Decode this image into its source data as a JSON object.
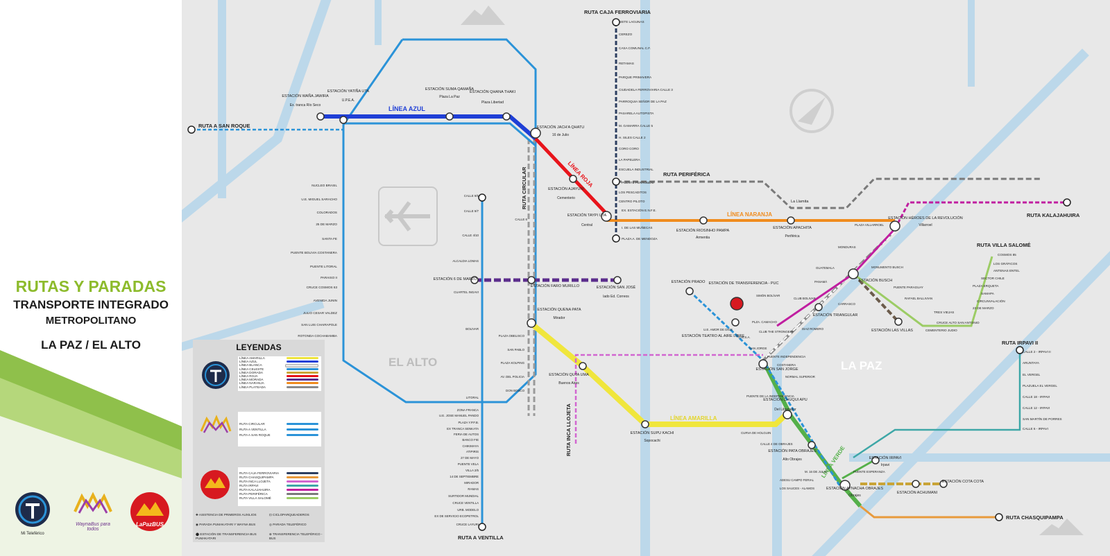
{
  "sidebar": {
    "title": "RUTAS Y PARADAS",
    "subtitle1": "TRANSPORTE INTEGRADO",
    "subtitle2": "METROPOLITANO",
    "city": "LA PAZ / EL ALTO",
    "logos": [
      "Mi Teleférico",
      "WaynaBus para todos",
      "LaPazBUS"
    ]
  },
  "colors": {
    "azul": "#1f3fd6",
    "celeste": "#2b93d8",
    "roja": "#e8141b",
    "amarilla": "#f0e63c",
    "naranja": "#f08c1e",
    "morada": "#5b2d8c",
    "verde": "#55b04a",
    "plateada": "#8a8a8a",
    "magenta": "#c01ea0",
    "chasqui": "#e89a3c",
    "lightgreen": "#9ccc65",
    "lightgray": "#9a9a9a",
    "river": "#bcd8ea"
  },
  "areas": {
    "elalto": "EL ALTO",
    "lapaz": "LA PAZ"
  },
  "lines": {
    "azul": "LÍNEA AZUL",
    "roja": "LÍNEA ROJA",
    "naranja": "LÍNEA NARANJA",
    "amarilla": "LÍNEA AMARILLA",
    "verde": "LÍNEA VERDE"
  },
  "routes": {
    "san_roque": "RUTA A SAN ROQUE",
    "caja_ferroviaria": "RUTA CAJA FERROVIARIA",
    "periferica": "RUTA PERIFÉRICA",
    "circular": "RUTA CIRCULAR",
    "inca_llojeta": "RUTA INCA LLOJETA",
    "kalajahuira": "RUTA KALAJAHUIRA",
    "villa_salome": "RUTA VILLA SALOMÉ",
    "irpavi": "RUTA IRPAVI II",
    "chasquipampa": "RUTA CHASQUIPAMPA",
    "ventilla": "RUTA A VENTILLA"
  },
  "stations": [
    {
      "id": "wana",
      "name": "ESTACIÓN WAÑA JAWIRA",
      "sub": "Ex. tranca Río Seco"
    },
    {
      "id": "yatiña",
      "name": "ESTACIÓN YATIÑA UTA",
      "sub": "U.P.E.A."
    },
    {
      "id": "suma",
      "name": "ESTACIÓN SUMA QAMAÑA",
      "sub": "Plaza La Paz"
    },
    {
      "id": "qhana",
      "name": "ESTACIÓN QHANA THAKI",
      "sub": "Plaza Libertad"
    },
    {
      "id": "jachaqhatu",
      "name": "ESTACIÓN JACH'A QHATU",
      "sub": "16 de Julio"
    },
    {
      "id": "ajayuni",
      "name": "ESTACIÓN AJAYUNI",
      "sub": "Cementerio"
    },
    {
      "id": "taypi",
      "name": "ESTACIÓN TAYPI UTA",
      "sub": "Central"
    },
    {
      "id": "riosinho",
      "name": "ESTACIÓN RIOSINHO PAMPA",
      "sub": "Armentia"
    },
    {
      "id": "apachita",
      "name": "ESTACIÓN APACHITA",
      "sub": "Periférica"
    },
    {
      "id": "heroes",
      "name": "ESTACIÓN HÉROES DE LA REVOLUCIÓN",
      "sub": "Villarroel"
    },
    {
      "id": "seismarzo",
      "name": "ESTACIÓN 6 DE MARZO",
      "sub": ""
    },
    {
      "id": "faro",
      "name": "ESTACIÓN FARO MURILLO",
      "sub": ""
    },
    {
      "id": "sanjose",
      "name": "ESTACIÓN SAN JOSÉ",
      "sub": "lado Ed. Correos"
    },
    {
      "id": "quenapata",
      "name": "ESTACIÓN QUENA PATA",
      "sub": "Mirador"
    },
    {
      "id": "qutauma",
      "name": "ESTACIÓN QUTA UMA",
      "sub": "Buenos Aires"
    },
    {
      "id": "supukachi",
      "name": "ESTACIÓN SUPU KACHI",
      "sub": "Sopocachi"
    },
    {
      "id": "prado",
      "name": "ESTACIÓN PRADO",
      "sub": ""
    },
    {
      "id": "puc",
      "name": "ESTACIÓN DE TRANSFERENCIA - PUC",
      "sub": ""
    },
    {
      "id": "teatro",
      "name": "ESTACIÓN TEATRO AL AIRE LIBRE",
      "sub": ""
    },
    {
      "id": "sanjorge",
      "name": "ESTACIÓN SAN JORGE",
      "sub": ""
    },
    {
      "id": "triangular",
      "name": "ESTACIÓN TRIANGULAR",
      "sub": ""
    },
    {
      "id": "busch",
      "name": "ESTACIÓN BUSCH",
      "sub": ""
    },
    {
      "id": "villas",
      "name": "ESTACIÓN LAS VILLAS",
      "sub": ""
    },
    {
      "id": "chuqui",
      "name": "ESTACIÓN CHUQUI APU",
      "sub": "Del Libertador"
    },
    {
      "id": "patao",
      "name": "ESTACIÓN PATA OBRAJES",
      "sub": "Alto Obrajes"
    },
    {
      "id": "aynacha",
      "name": "ESTACIÓN AYNACHA OBRAJES",
      "sub": "Obrajes"
    },
    {
      "id": "irpavi",
      "name": "ESTACIÓN IRPAVI",
      "sub": "Irpavi"
    },
    {
      "id": "achumani",
      "name": "ESTACIÓN ACHUMANI",
      "sub": ""
    },
    {
      "id": "cotacota",
      "name": "ESTACIÓN COTA COTA",
      "sub": ""
    }
  ],
  "stops": {
    "caja": [
      "SIETE LAGUNAS",
      "CEREZO",
      "CASA COMUNAL C.F.",
      "RETAMAS",
      "PARQUE PRIMAVERA",
      "CIUDADELA FERROVIARIA CALLE 3",
      "PARROQUIA SEÑOR DE LA PAZ",
      "PASARELA AUTOPISTA",
      "M. GAMARRA CALLE 5",
      "H. SILES CALLE 2",
      "CORO CORO",
      "LA PAPELERA",
      "ESCUELA INDUSTRIAL",
      "PUENTE FERROBENI",
      "LOS PESCADITOS",
      "CENTRO PILOTO",
      "EX. ESTACIÓN E.N.F.E.",
      "I. DE LAS MUÑECAS",
      "PLAZA A. DE MENDOZA"
    ],
    "westcol": [
      "NUCLEO BRASIL",
      "U.E. MIGUEL SARACHO",
      "COLORADOS",
      "25 DE MARZO",
      "SANTA FE",
      "PUENTE BOLIVIA COSTANERA",
      "PUENTE LITORAL",
      "PARAISO II",
      "CRUCE COSMOS 63",
      "AVENIDA JUNIN",
      "JULIO CESAR VALDEZ",
      "SAN LUIS CHAIRAPOLE",
      "ROTONDA COCHABAMBA"
    ],
    "ventilla": [
      "CALLE 9/5",
      "CALLE 9/7",
      "CALLE 6",
      "CALLE 4/10",
      "ALCALDIA LOMAS",
      "CUARTEL INGAVI",
      "BOLIVAR",
      "PLAZA OBELISCO",
      "SAN PABLO",
      "PLAZA KOLPING",
      "AV. DEL POLICIA",
      "DON BOSCO",
      "LITORAL",
      "ZONA FRANCA",
      "U.E. JOSE MANUEL PANDO",
      "PLAZA Y.P.F.B.",
      "EX TRANCA SENKATA",
      "FERIA DE AUTOS",
      "BANCO FIE",
      "CHIKIMAYA",
      "ATIPIRIS",
      "27 DE MAYO",
      "PUENTE VELA",
      "VILLA 2/5",
      "14 DE SEPTIEMBRE",
      "MIRADOR",
      "RAMAS",
      "SURTIDOR MUNDIAL",
      "CRUCE VENTILLA",
      "URB. MODELO",
      "EX DE SERVICIO ECOPETROL",
      "CRUCE LAYURI"
    ],
    "salome": [
      "COSMOS 85",
      "LOS GRÁFICOS",
      "ANTENAS ENTEL",
      "SECTOR CHILE",
      "PLAZA ERQUETA",
      "SAMAPA",
      "CIRCUNVALACIÓN",
      "23 DE MARZO",
      "TRES VIEJAS",
      "CRUCE ALTO SAN ANTONIO",
      "CEMENTERIO JUDIO"
    ],
    "irpavi": [
      "CALLE 2 - IRPAVI II",
      "ARUNTAYA",
      "EL VERGEL",
      "PLAZUELA EL VERGEL",
      "CALLE 18 - IRPAVI",
      "CALLE 12 - IRPAVI",
      "SAN MARTÍN DE PORRES",
      "CALLE 6 - IRPAVI"
    ],
    "center": [
      "MONDURAS",
      "GUATEMALA",
      "PANAMÁ",
      "PLAZA VILLARROEL",
      "MONUMENTO BUSCH",
      "PUENTE PARAGUAY",
      "RAFAEL BALLIVIAN",
      "CLUB BOLIVAR",
      "CARRASCO",
      "DIAZ ROMERO",
      "CLUB THE STRONGEST",
      "PLZA. CAMACHO",
      "SIMÓN BOLÍVAR",
      "U.M.S.A.",
      "SAN JORGE",
      "PUENTE INDEPENDENCIA",
      "COSTANERA",
      "NORMAL SUPERIOR",
      "CURVA DE HOLGUIN",
      "CALLE 4 DE OBRAJES",
      "ADESU CAMPO FERIAL",
      "LOS SAUCES - ALAMOS",
      "PUENTE ESPERANZA",
      "M. 16 DE JULIO",
      "U.E. AMOR DE DIOS",
      "PUENTE DE LA INDEPENDENCIA",
      "La Llamita"
    ]
  },
  "legend": {
    "title": "LEYENDAS",
    "teleferico": [
      {
        "label": "LÍNEA AMARILLA",
        "color": "#f0e63c"
      },
      {
        "label": "LÍNEA AZUL",
        "color": "#1f3fd6"
      },
      {
        "label": "LÍNEA BLANCA",
        "color": "#e6e6e6"
      },
      {
        "label": "LÍNEA CELESTE",
        "color": "#2b93d8"
      },
      {
        "label": "LÍNEA DORADA",
        "color": "#c9a437"
      },
      {
        "label": "LÍNEA ROJA",
        "color": "#e8141b"
      },
      {
        "label": "LÍNEA MORADA",
        "color": "#5b2d8c"
      },
      {
        "label": "LÍNEA NARANJA",
        "color": "#f08c1e"
      },
      {
        "label": "LÍNEA PLATEADA",
        "color": "#8a8a8a"
      }
    ],
    "wayna": [
      {
        "label": "RUTA CIRCULAR",
        "color": "#2b93d8"
      },
      {
        "label": "RUTA A VENTILLA",
        "color": "#2b93d8"
      },
      {
        "label": "RUTA A SAN ROQUE",
        "color": "#2b93d8"
      }
    ],
    "lapazbus": [
      {
        "label": "RUTA CAJA FERROVIARIA",
        "color": "#2c3e60"
      },
      {
        "label": "RUTA CHASQUIPAMPA",
        "color": "#e89a3c"
      },
      {
        "label": "RUTA INCA LLOJETA",
        "color": "#d266d0"
      },
      {
        "label": "RUTA IRPAVI",
        "color": "#3ea7a7"
      },
      {
        "label": "RUTA KALAJAHUIRA",
        "color": "#c01ea0"
      },
      {
        "label": "RUTA PERIFÉRICA",
        "color": "#7a7a7a"
      },
      {
        "label": "RUTA VILLA SALOMÉ",
        "color": "#9ccc65"
      }
    ],
    "symbols": [
      "ASISTENCIA DE PRIMEROS AUXILIOS",
      "CICLOPARQUEADEROS",
      "PARADA PUMAKATARI Y WAYNA BUS",
      "PARADA TELEFÉRICO",
      "ESTACIÓN DE TRANSFERENCIA BUS PUMAKATARI",
      "TRANSFERENCIA TELEFÉRICO - BUS"
    ]
  }
}
